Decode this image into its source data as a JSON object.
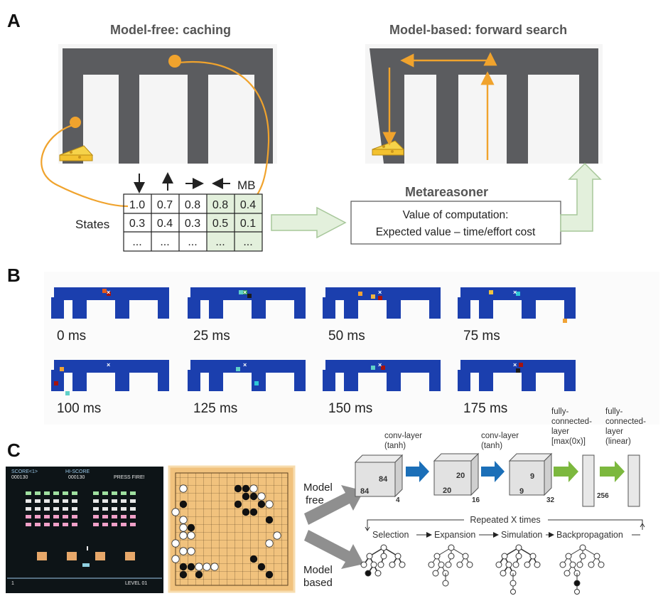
{
  "panel_a": {
    "label": "A",
    "left_title": "Model-free: caching",
    "right_title": "Model-based: forward search",
    "table": {
      "columns": [
        "↓",
        "↑",
        "→",
        "←",
        "MB"
      ],
      "row_label": "States",
      "rows": [
        [
          "1.0",
          "0.7",
          "0.8",
          "0.8",
          "0.4"
        ],
        [
          "0.3",
          "0.4",
          "0.3",
          "0.5",
          "0.1"
        ],
        [
          "...",
          "...",
          "...",
          "...",
          "..."
        ]
      ]
    },
    "metareasoner": {
      "title": "Metareasoner",
      "line1": "Value of computation:",
      "line2": "Expected value – time/effort cost"
    }
  },
  "panel_b": {
    "label": "B",
    "times": [
      "0 ms",
      "25 ms",
      "50 ms",
      "75 ms",
      "100 ms",
      "125 ms",
      "150 ms",
      "175 ms"
    ]
  },
  "panel_c": {
    "label": "C",
    "game": {
      "score_left": "SCORE<1>",
      "score_left_val": "000130",
      "score_mid": "HI-SCORE",
      "score_mid_val": "000130",
      "press_fire": "PRESS FIRE!",
      "lives": "1",
      "level": "LEVEL 01"
    },
    "model_free": "Model\nfree",
    "model_based": "Model\nbased",
    "layers": [
      {
        "label1": "conv-layer",
        "label2": "(tanh)"
      },
      {
        "label1": "conv-layer",
        "label2": "(tanh)"
      },
      {
        "label1": "fully-",
        "label2": "connected-",
        "label3": "layer",
        "label4": "[max(0x)]"
      },
      {
        "label1": "fully-",
        "label2": "connected-",
        "label3": "layer",
        "label4": "(linear)"
      }
    ],
    "cubes": [
      {
        "a": "84",
        "b": "84",
        "c": "4"
      },
      {
        "a": "20",
        "b": "20",
        "c": "16"
      },
      {
        "a": "9",
        "b": "9",
        "c": "32"
      }
    ],
    "fc_size": "256",
    "mcts": {
      "repeat": "Repeated X times",
      "steps": [
        "Selection",
        "Expansion",
        "Simulation",
        "Backpropagation"
      ]
    }
  },
  "colors": {
    "maze": "#5b5c5f",
    "orange": "#f0a32d",
    "green_fill": "#e3f0dc",
    "green_edge": "#a7c79a",
    "blue": "#1b6fb8",
    "greenarrow": "#7cb83e",
    "board": "#f1c27d"
  }
}
